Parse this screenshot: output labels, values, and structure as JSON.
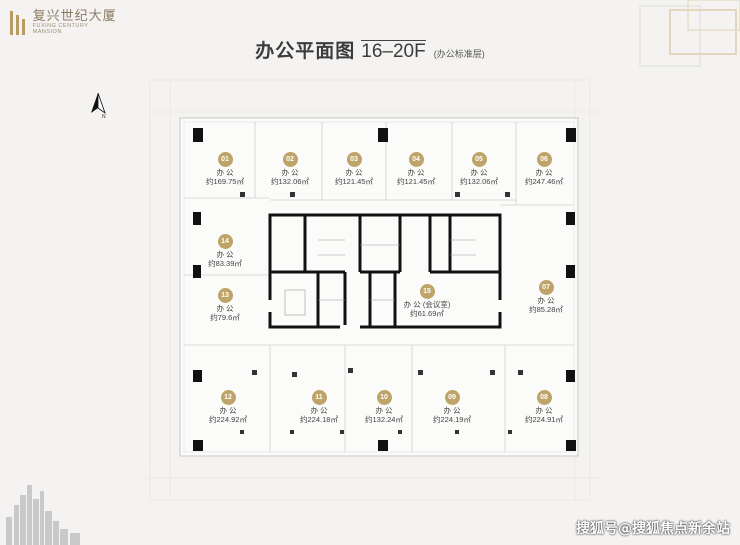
{
  "logo": {
    "cn": "复兴世纪大厦",
    "en": "FUXING CENTURY MANSION"
  },
  "title": {
    "main": "办公平面图",
    "floors": "16–20F",
    "sub": "(办公标准层)"
  },
  "north_label": "N",
  "units": [
    {
      "no": "01",
      "name": "办 公",
      "area": "约169.75㎡"
    },
    {
      "no": "02",
      "name": "办 公",
      "area": "约132.06㎡"
    },
    {
      "no": "03",
      "name": "办 公",
      "area": "约121.45㎡"
    },
    {
      "no": "04",
      "name": "办 公",
      "area": "约121.45㎡"
    },
    {
      "no": "05",
      "name": "办 公",
      "area": "约132.06㎡"
    },
    {
      "no": "06",
      "name": "办 公",
      "area": "约247.46㎡"
    },
    {
      "no": "14",
      "name": "办 公",
      "area": "约83.39㎡"
    },
    {
      "no": "13",
      "name": "办 公",
      "area": "约79.6㎡"
    },
    {
      "no": "15",
      "name": "办 公 (会议室)",
      "area": "约61.69㎡"
    },
    {
      "no": "07",
      "name": "办 公",
      "area": "约85.28㎡"
    },
    {
      "no": "12",
      "name": "办 公",
      "area": "约224.92㎡"
    },
    {
      "no": "11",
      "name": "办 公",
      "area": "约224.18㎡"
    },
    {
      "no": "10",
      "name": "办 公",
      "area": "约132.24㎡"
    },
    {
      "no": "09",
      "name": "办 公",
      "area": "约224.19㎡"
    },
    {
      "no": "08",
      "name": "办 公",
      "area": "约224.91㎡"
    }
  ],
  "watermark": "搜狐号@搜狐焦点新余站",
  "colors": {
    "badge": "#bfa46a",
    "background": "#f4f3f1",
    "wall": "#111111"
  }
}
